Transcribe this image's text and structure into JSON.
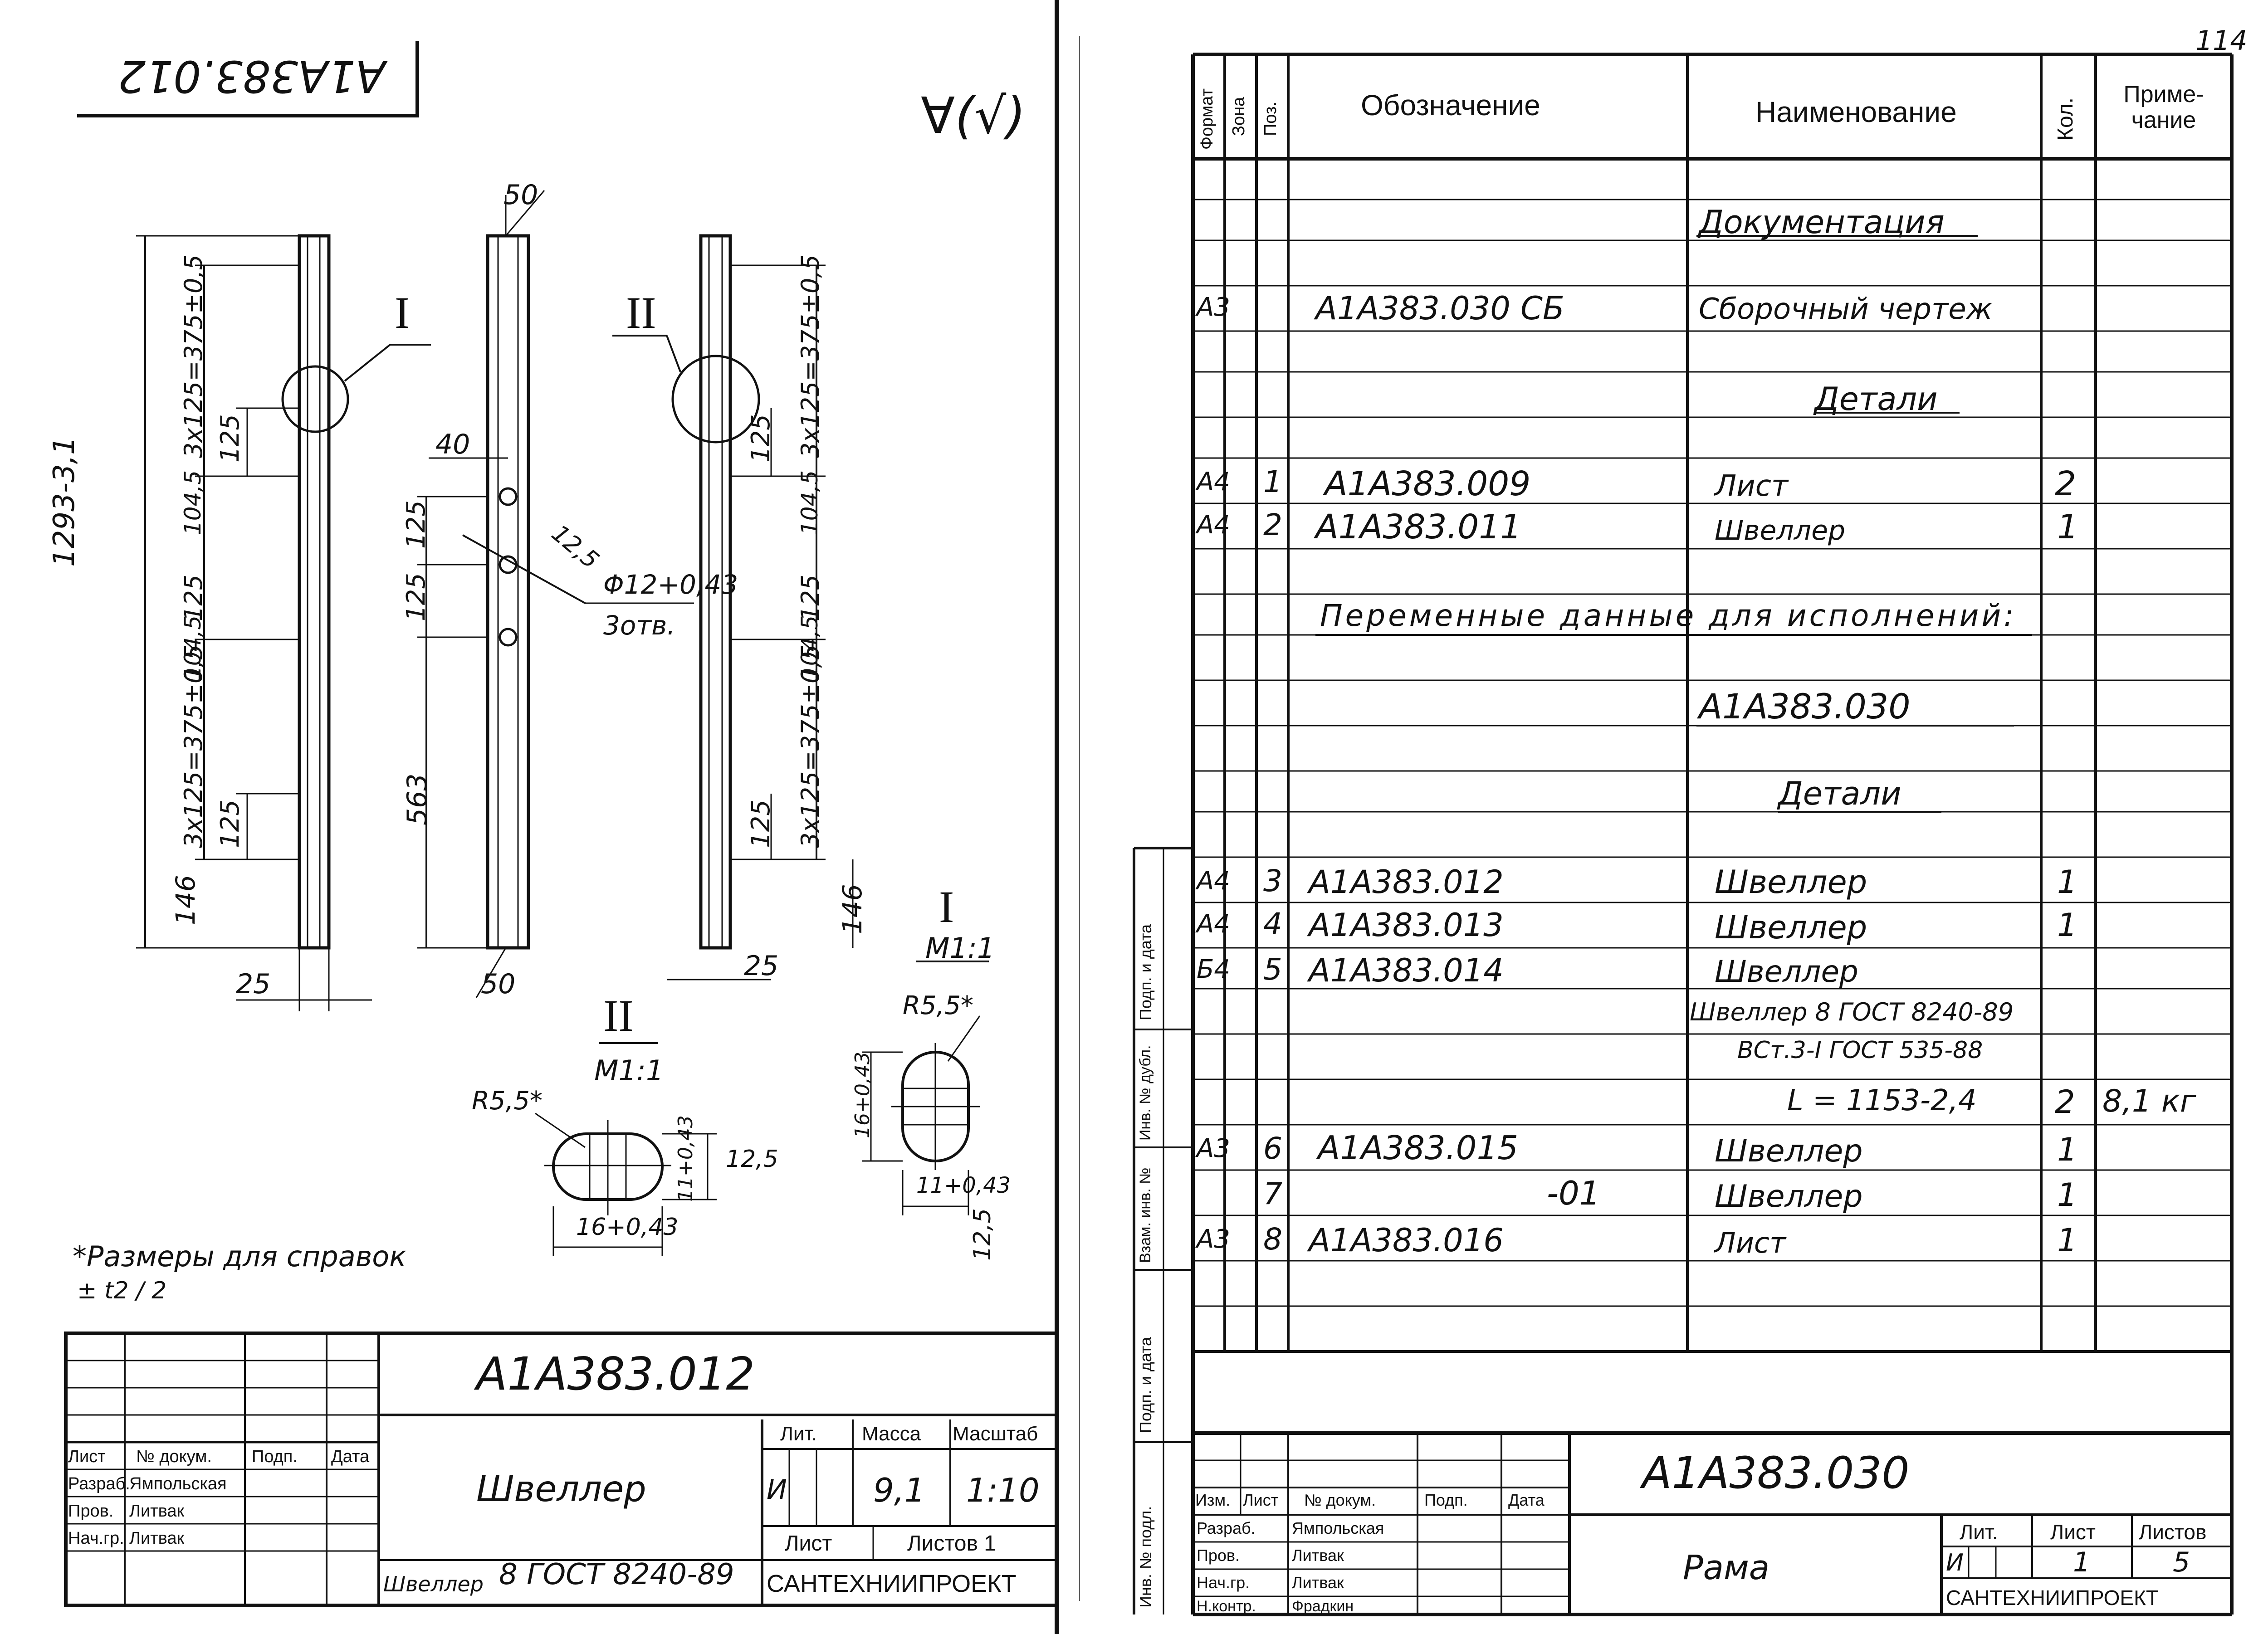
{
  "left_sheet": {
    "corner_code": "А1А383.012",
    "roughness_mark": "∀(√)",
    "callout_1": "I",
    "callout_2": "II",
    "dims": {
      "overall": "1293-3,1",
      "top_group": "3x125=375±0,5",
      "d125": "125",
      "d104": "104,5",
      "d146": "146",
      "d25": "25",
      "d40": "40",
      "d50": "50",
      "d563": "563",
      "d125b": "125",
      "rough125": "12,5",
      "hole": "Φ12+0,43",
      "holes": "3отв."
    },
    "detail_1": {
      "label": "I",
      "scale": "М1:1",
      "radius": "R5,5*",
      "height": "16+0,43",
      "width": "11+0,43",
      "rough": "12,5"
    },
    "detail_2": {
      "label": "II",
      "scale": "М1:1",
      "radius": "R5,5*",
      "height": "11+0,43",
      "width": "16+0,43",
      "rough": "12,5"
    },
    "note": "*Размеры для справок",
    "note_2": "± t2 / 2",
    "title_block": {
      "designation": "А1А383.012",
      "name": "Швеллер",
      "material_prefix": "Швеллер",
      "material": "8 ГОСТ 8240-89",
      "org": "САНТЕХНИИПРОЕКТ",
      "header_lit": "Лит.",
      "header_mass": "Масса",
      "header_scale": "Масштаб",
      "lit": "И",
      "mass": "9,1",
      "scale": "1:10",
      "sheet": "Лист",
      "sheets": "Листов 1",
      "col_list": "Лист",
      "col_doc": "№ докум.",
      "col_sign": "Подп.",
      "col_date": "Дата",
      "rows": [
        {
          "role": "Разраб.",
          "name": "Ямпольская"
        },
        {
          "role": "Пров.",
          "name": "Литвак"
        },
        {
          "role": "Нач.гр.",
          "name": "Литвак"
        }
      ]
    }
  },
  "right_sheet": {
    "page_number": "114",
    "headers": {
      "format": "Формат",
      "zone": "Зона",
      "pos": "Поз.",
      "designation": "Обозначение",
      "name": "Наименование",
      "qty": "Кол.",
      "note": "Приме-чание"
    },
    "rows": [
      {
        "fmt": "",
        "pos": "",
        "des": "",
        "name": "Документация",
        "qty": "",
        "note": "",
        "section": true
      },
      {
        "fmt": "А3",
        "pos": "",
        "des": "А1А383.030 СБ",
        "name": "Сборочный чертеж",
        "qty": "",
        "note": ""
      },
      {
        "fmt": "",
        "pos": "",
        "des": "",
        "name": "Детали",
        "qty": "",
        "note": "",
        "section": true
      },
      {
        "fmt": "А4",
        "pos": "1",
        "des": "А1А383.009",
        "name": "Лист",
        "qty": "2",
        "note": ""
      },
      {
        "fmt": "А4",
        "pos": "2",
        "des": "А1А383.011",
        "name": "Швеллер",
        "qty": "1",
        "note": ""
      },
      {
        "fmt": "",
        "pos": "",
        "des": "Переменные данные для исполнений:",
        "name": "",
        "qty": "",
        "note": "",
        "wide": true
      },
      {
        "fmt": "",
        "pos": "",
        "des": "",
        "name": "А1А383.030",
        "qty": "",
        "note": "",
        "section": true
      },
      {
        "fmt": "",
        "pos": "",
        "des": "",
        "name": "Детали",
        "qty": "",
        "note": "",
        "section": true
      },
      {
        "fmt": "А4",
        "pos": "3",
        "des": "А1А383.012",
        "name": "Швеллер",
        "qty": "1",
        "note": ""
      },
      {
        "fmt": "А4",
        "pos": "4",
        "des": "А1А383.013",
        "name": "Швеллер",
        "qty": "1",
        "note": ""
      },
      {
        "fmt": "Б4",
        "pos": "5",
        "des": "А1А383.014",
        "name": "Швеллер",
        "qty": "",
        "note": ""
      },
      {
        "fmt": "",
        "pos": "",
        "des": "",
        "name": "Швеллер 8 ГОСТ 8240-89",
        "qty": "",
        "note": ""
      },
      {
        "fmt": "",
        "pos": "",
        "des": "",
        "name": "ВСт.3-I ГОСТ 535-88",
        "qty": "",
        "note": ""
      },
      {
        "fmt": "",
        "pos": "",
        "des": "",
        "name": "L = 1153-2,4",
        "qty": "2",
        "note": "8,1 кг"
      },
      {
        "fmt": "А3",
        "pos": "6",
        "des": "А1А383.015",
        "name": "Швеллер",
        "qty": "1",
        "note": ""
      },
      {
        "fmt": "",
        "pos": "7",
        "des": "-01",
        "name": "Швеллер",
        "qty": "1",
        "note": ""
      },
      {
        "fmt": "А3",
        "pos": "8",
        "des": "А1А383.016",
        "name": "Лист",
        "qty": "1",
        "note": ""
      }
    ],
    "side_labels": [
      "Подп. и дата",
      "Инв. № дубл.",
      "Взам. инв. №",
      "Подп. и дата",
      "Инв. № подл."
    ],
    "title_block": {
      "designation": "А1А383.030",
      "name": "Рама",
      "org": "САНТЕХНИИПРОЕКТ",
      "col_izm": "Изм.",
      "col_list": "Лист",
      "col_doc": "№ докум.",
      "col_sign": "Подп.",
      "col_date": "Дата",
      "h_lit": "Лит.",
      "h_list": "Лист",
      "h_sheets": "Листов",
      "lit": "И",
      "list": "1",
      "sheets": "5",
      "rows": [
        {
          "role": "Разраб.",
          "name": "Ямпольская"
        },
        {
          "role": "Пров.",
          "name": "Литвак"
        },
        {
          "role": "Нач.гр.",
          "name": "Литвак"
        },
        {
          "role": "Н.контр.",
          "name": "Фрадкин"
        }
      ]
    }
  }
}
